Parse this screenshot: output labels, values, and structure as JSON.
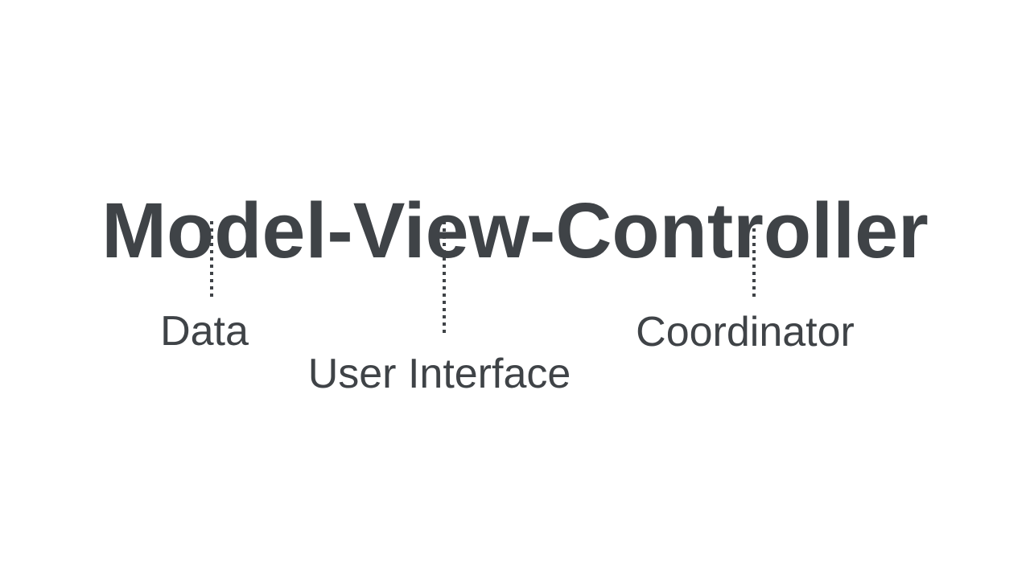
{
  "page": {
    "background_color": "#ffffff",
    "text_color": "#3f4347"
  },
  "title": "Model-View-Controller",
  "annotations": [
    {
      "label": "Data"
    },
    {
      "label": "User Interface"
    },
    {
      "label": "Coordinator"
    }
  ]
}
